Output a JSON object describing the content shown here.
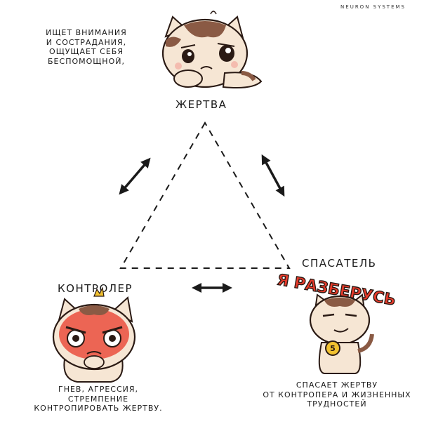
{
  "brand": "NEURON SYSTEMS",
  "roles": {
    "victim": {
      "label": "ЖЕРТВА",
      "description": [
        "ИЩЕТ ВНИМАНИЯ",
        "И СОСТРАДАНИЯ,",
        "ОЩУЩАЕТ СЕБЯ",
        "БЕСПОМОЩНОЙ,"
      ]
    },
    "persecutor": {
      "label": "КОНТРОЛЕР",
      "description": [
        "ГНЕВ, АГРЕССИЯ,",
        "СТРЕМПЕНИЕ",
        "КОНТРОПИРОВАТЬ ЖЕРТВУ."
      ]
    },
    "rescuer": {
      "label": "СПАСАТЕЛЬ",
      "badge": "Я РАЗБЕРУСЬ",
      "coin": "5",
      "description": [
        "СПАСАЕТ ЖЕРТВУ",
        "ОТ КОНТРОПЕРА И ЖИЗНЕННЫХ",
        "ТРУДНОСТЕЙ"
      ]
    }
  },
  "colors": {
    "ink": "#1a1a1a",
    "cat_cream": "#f6e6d4",
    "cat_brown": "#8a5a44",
    "anger_red": "#e83a2a",
    "coin_gold": "#f2c230"
  }
}
